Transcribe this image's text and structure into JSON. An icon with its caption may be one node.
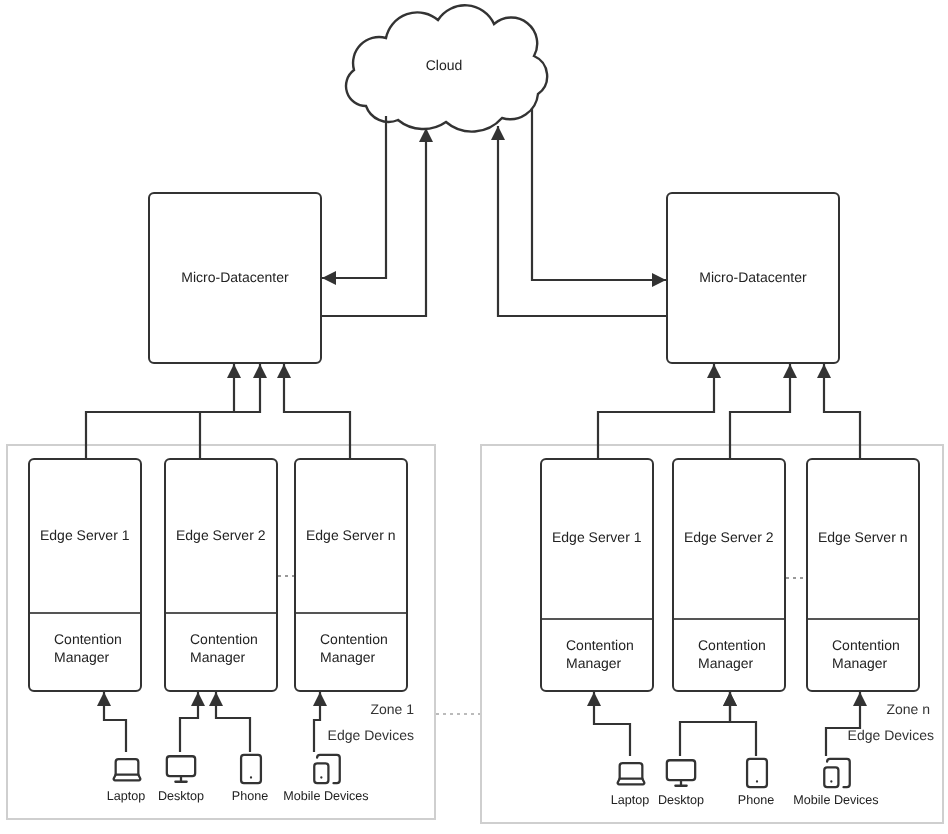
{
  "diagram": {
    "nodes": [
      {
        "text": [
          "Cloud"
        ]
      },
      {
        "text": [
          "Micro-Datacenter"
        ]
      },
      {
        "text": [
          "Micro-Datacenter"
        ]
      },
      {
        "text": [
          "Zone 1",
          "Edge Devices"
        ]
      },
      {
        "text": [
          "Edge Server 1",
          "Contention Manager"
        ],
        "in": 3
      },
      {
        "text": [
          "Edge Server 2",
          "Contention Manager"
        ],
        "in": 3
      },
      {
        "text": [
          "Edge Server n",
          "Contention Manager"
        ],
        "in": 3
      },
      {
        "text": [
          "Laptop"
        ],
        "in": 3
      },
      {
        "text": [
          "Desktop"
        ],
        "in": 3
      },
      {
        "text": [
          "Phone"
        ],
        "in": 3
      },
      {
        "text": [
          "Mobile Devices"
        ],
        "in": 3
      },
      {
        "text": [
          "Zone n",
          "Edge Devices"
        ]
      },
      {
        "text": [
          "Edge Server 1",
          "Contention Manager"
        ],
        "in": 11
      },
      {
        "text": [
          "Edge Server 2",
          "Contention Manager"
        ],
        "in": 11
      },
      {
        "text": [
          "Edge Server n",
          "Contention Manager"
        ],
        "in": 11
      },
      {
        "text": [
          "Laptop"
        ],
        "in": 11
      },
      {
        "text": [
          "Desktop"
        ],
        "in": 11
      },
      {
        "text": [
          "Phone"
        ],
        "in": 11
      },
      {
        "text": [
          "Mobile Devices"
        ],
        "in": 11
      }
    ],
    "edges": [
      {
        "from": 0,
        "to": 1,
        "arrow": "to"
      },
      {
        "from": 1,
        "to": 0,
        "arrow": "to"
      },
      {
        "from": 2,
        "to": 0,
        "arrow": "to"
      },
      {
        "from": 0,
        "to": 2,
        "arrow": "to"
      },
      {
        "from": 4,
        "to": 1,
        "arrow": "to"
      },
      {
        "from": 5,
        "to": 1,
        "arrow": "to"
      },
      {
        "from": 6,
        "to": 1,
        "arrow": "to"
      },
      {
        "from": 7,
        "to": 4,
        "arrow": "to"
      },
      {
        "from": 8,
        "to": 5,
        "arrow": "to"
      },
      {
        "from": 9,
        "to": 5,
        "arrow": "to"
      },
      {
        "from": 10,
        "to": 6,
        "arrow": "to"
      },
      {
        "from": 12,
        "to": 2,
        "arrow": "to"
      },
      {
        "from": 13,
        "to": 2,
        "arrow": "to"
      },
      {
        "from": 14,
        "to": 2,
        "arrow": "to"
      },
      {
        "from": 15,
        "to": 12,
        "arrow": "to"
      },
      {
        "from": 16,
        "to": 13,
        "arrow": "to"
      },
      {
        "from": 17,
        "to": 13,
        "arrow": "to"
      },
      {
        "from": 18,
        "to": 14,
        "arrow": "to"
      },
      {
        "from": 5,
        "to": 6,
        "arrow": "none",
        "style": "dashed",
        "color": "#999999"
      },
      {
        "from": 13,
        "to": 14,
        "arrow": "none",
        "style": "dashed",
        "color": "#999999"
      },
      {
        "from": 3,
        "to": 11,
        "arrow": "none",
        "style": "dashed",
        "color": "#bbbbbb"
      }
    ]
  }
}
